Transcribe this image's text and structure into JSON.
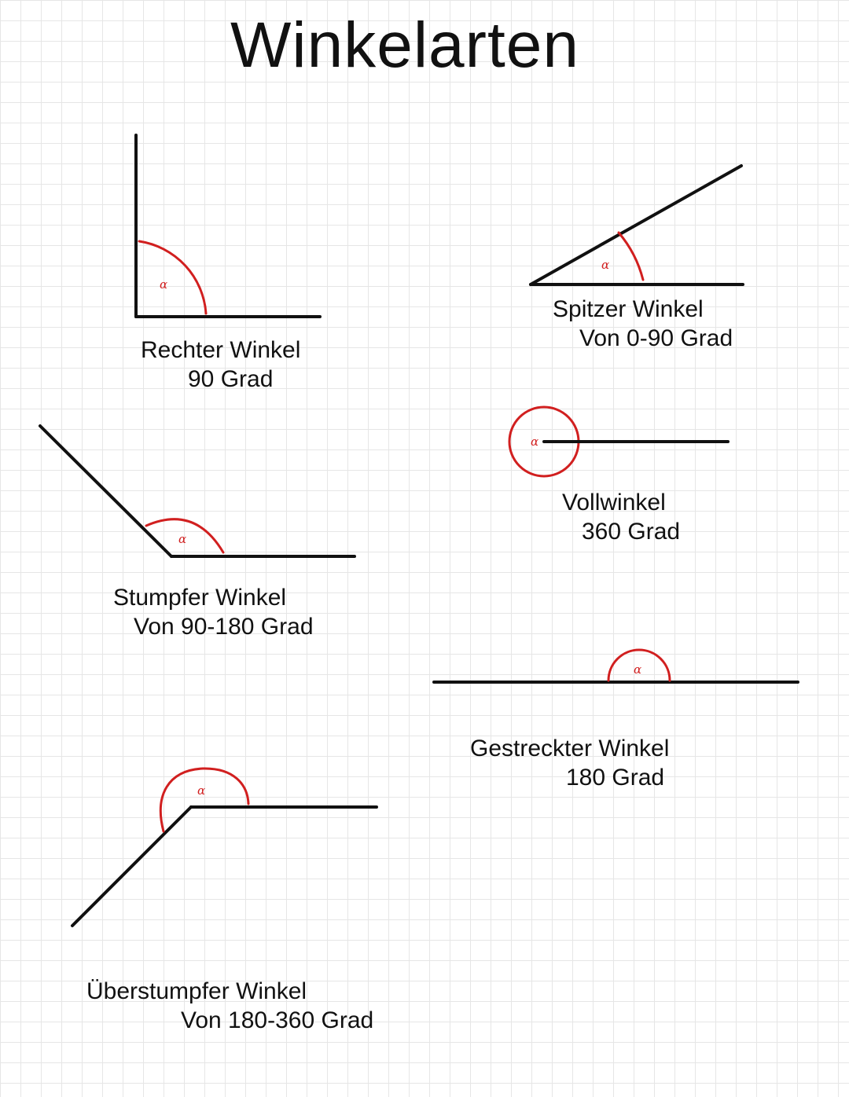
{
  "title": "Winkelarten",
  "angle_symbol": "α",
  "colors": {
    "lines": "#111111",
    "angle_arc": "#d11f1f",
    "grid": "#e6e6e6"
  },
  "angle_types": [
    {
      "name": "Rechter Winkel",
      "range": "90 Grad"
    },
    {
      "name": "Spitzer Winkel",
      "range": "Von 0-90 Grad"
    },
    {
      "name": "Stumpfer Winkel",
      "range": "Von 90-180 Grad"
    },
    {
      "name": "Vollwinkel",
      "range": "360 Grad"
    },
    {
      "name": "Gestreckter Winkel",
      "range": "180 Grad"
    },
    {
      "name": "Überstumpfer Winkel",
      "range": "Von 180-360 Grad"
    }
  ]
}
